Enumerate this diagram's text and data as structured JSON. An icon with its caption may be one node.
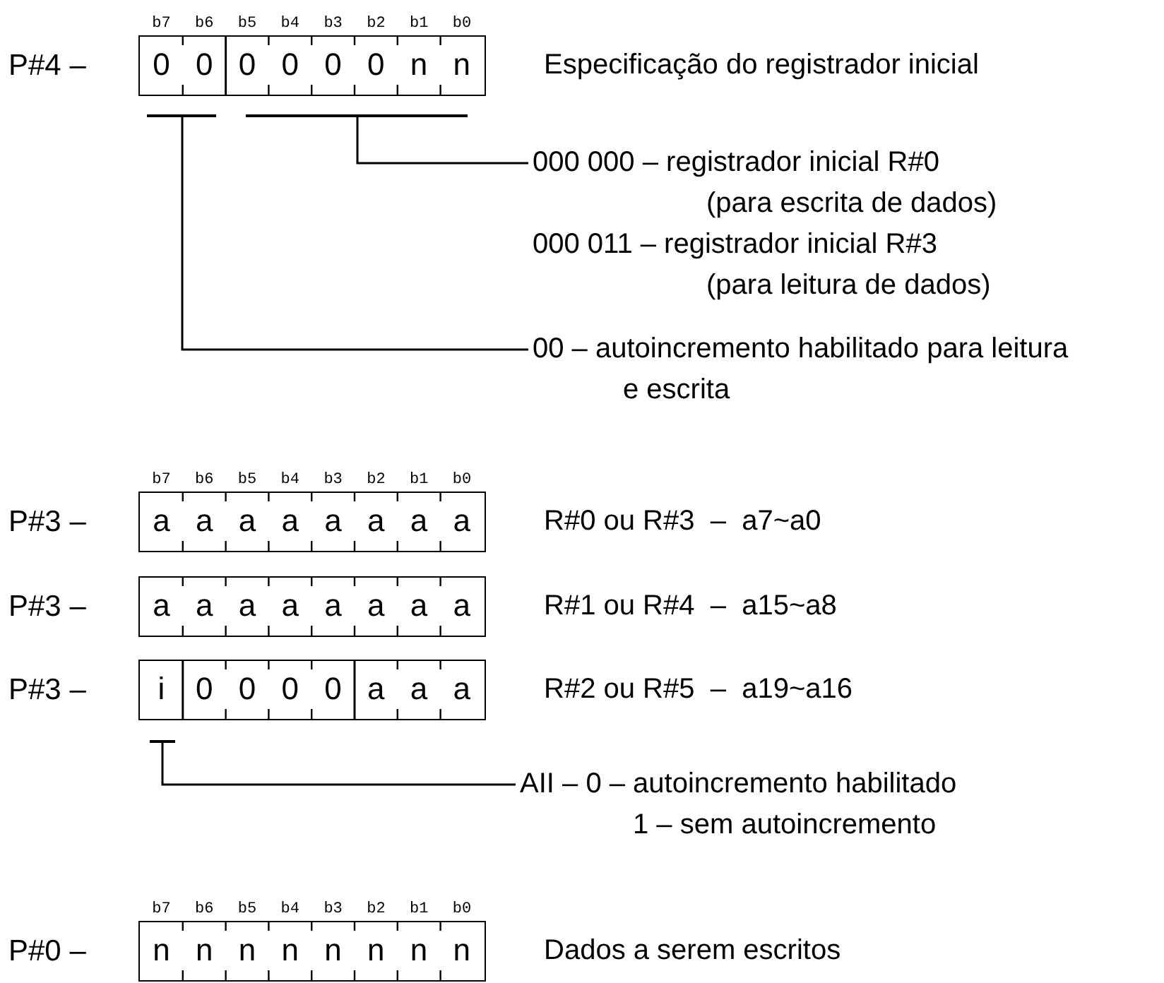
{
  "diagram": {
    "nodes": [
      {
        "text": [
          "0",
          "0",
          "0",
          "0",
          "0",
          "0",
          "n",
          "n"
        ],
        "beside": [
          "P#4 –",
          "Especificação do registrador inicial"
        ]
      },
      {
        "text": [],
        "shape": "bar"
      },
      {
        "text": [],
        "shape": "bar"
      },
      {
        "text": [
          "000 000 – registrador inicial R#0",
          "(para escrita de dados)",
          "000 011 – registrador inicial R#3",
          "(para leitura de dados)"
        ]
      },
      {
        "text": [
          "00 – autoincremento habilitado para leitura e escrita"
        ]
      },
      {
        "text": [
          "a",
          "a",
          "a",
          "a",
          "a",
          "a",
          "a",
          "a"
        ],
        "beside": [
          "P#3 –",
          "R#0 ou R#3  –  a7~a0"
        ]
      },
      {
        "text": [
          "a",
          "a",
          "a",
          "a",
          "a",
          "a",
          "a",
          "a"
        ],
        "beside": [
          "P#3 –",
          "R#1 ou R#4  –  a15~a8"
        ]
      },
      {
        "text": [
          "i",
          "0",
          "0",
          "0",
          "0",
          "a",
          "a",
          "a"
        ],
        "beside": [
          "P#3 –",
          "R#2 ou R#5  –  a19~a16"
        ]
      },
      {
        "text": [],
        "shape": "bar"
      },
      {
        "text": [
          "AII – 0 – autoincremento habilitado",
          "1 – sem autoincremento"
        ]
      },
      {
        "text": [
          "n",
          "n",
          "n",
          "n",
          "n",
          "n",
          "n",
          "n"
        ],
        "beside": [
          "P#0 –",
          "Dados a serem escritos"
        ]
      }
    ],
    "edges": [
      {
        "from": 3,
        "to": 2,
        "arrow": "none"
      },
      {
        "from": 4,
        "to": 1,
        "arrow": "none"
      },
      {
        "from": 9,
        "to": 8,
        "arrow": "none"
      }
    ],
    "labels": [
      "b7",
      "b6",
      "b5",
      "b4",
      "b3",
      "b2",
      "b1",
      "b0",
      "b7",
      "b6",
      "b5",
      "b4",
      "b3",
      "b2",
      "b1",
      "b0",
      "b7",
      "b6",
      "b5",
      "b4",
      "b3",
      "b2",
      "b1",
      "b0"
    ]
  }
}
